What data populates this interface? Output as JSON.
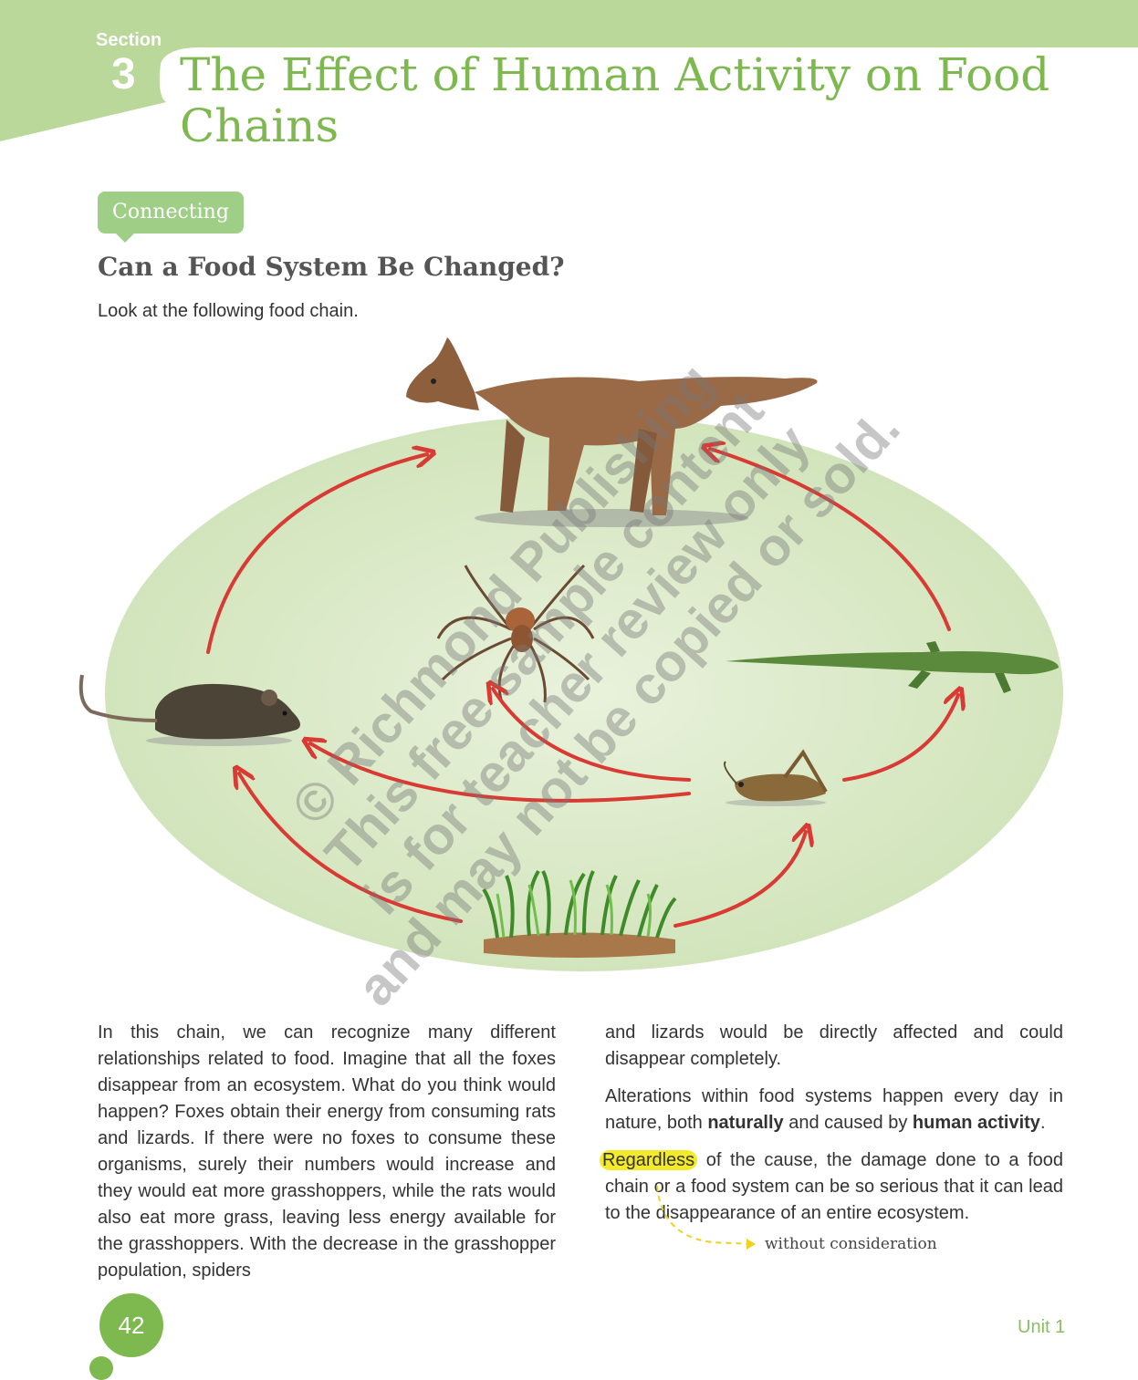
{
  "header": {
    "section_label": "Section",
    "section_number": "3",
    "title": "The Effect of Human Activity on Food Chains"
  },
  "badge": {
    "label": "Connecting"
  },
  "subheading": "Can a Food System Be Changed?",
  "intro": "Look at the following food chain.",
  "diagram": {
    "organisms": [
      "fox-icon",
      "rat-icon",
      "spider-icon",
      "lizard-icon",
      "grasshopper-icon",
      "grass-icon"
    ],
    "watermark_lines": [
      "© Richmond Publishing",
      "This free sample content",
      "is for teacher review only",
      "and may not be copied or sold."
    ]
  },
  "body": {
    "left_paragraph": "In this chain, we can recognize many different relationships related to food. Imagine that all the foxes disappear from an ecosystem. What do you think would happen? Foxes obtain their energy from consuming rats and lizards. If there were no foxes to consume these organisms, surely their numbers would increase and they would eat more grasshoppers, while the rats would also eat more grass, leaving less energy available for the grasshoppers. With the decrease in the grasshopper population, spiders",
    "right_paragraph_1": "and lizards would be directly affected and could disappear completely.",
    "right_paragraph_2": {
      "before": "Alterations within food systems happen every day in nature, both ",
      "bold_1": "naturally",
      "middle": " and caused by ",
      "bold_2": "human activity",
      "after": "."
    },
    "right_paragraph_3": {
      "highlighted_word": "Regardless",
      "rest": " of the cause, the damage done to a food chain or a food system can be so serious that it can lead to the disappearance of an entire ecosystem."
    },
    "gloss": "without consideration"
  },
  "footer": {
    "page_number": "42",
    "unit": "Unit 1"
  },
  "colors": {
    "accent_green": "#7db94f",
    "band_green": "#b9d89a",
    "highlight_yellow": "#f3ea2c",
    "arrow_red": "#d93a33"
  }
}
